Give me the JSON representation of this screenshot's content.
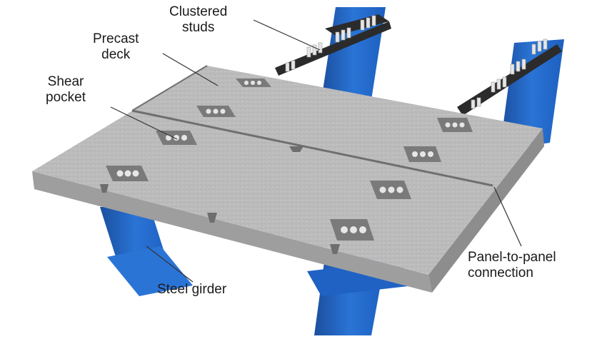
{
  "labels": {
    "clustered_studs": {
      "line1": "Clustered",
      "line2": "studs"
    },
    "precast_deck": {
      "line1": "Precast",
      "line2": "deck"
    },
    "shear_pocket": {
      "line1": "Shear",
      "line2": "pocket"
    },
    "steel_girder": {
      "line1": "Steel girder"
    },
    "panel_connection": {
      "line1": "Panel-to-panel",
      "line2": "connection"
    }
  },
  "colors": {
    "girder_blue": "#2a74d6",
    "girder_blue_dark": "#1b4f9e",
    "concrete": "#b9b9b9",
    "concrete_dark": "#8d8d8d",
    "concrete_side": "#9e9e9e",
    "flange_black": "#2b2b2b",
    "stud": "#e6e6e6",
    "leader": "#333333"
  }
}
